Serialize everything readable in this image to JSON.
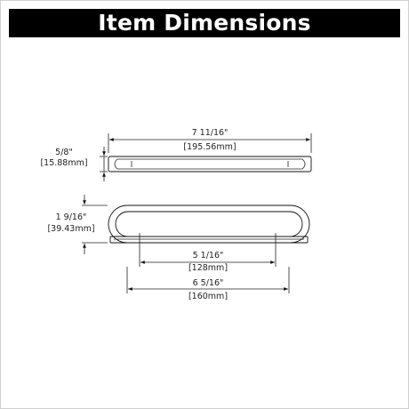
{
  "header": {
    "title": "Item Dimensions"
  },
  "dimensions": {
    "length_in": "7 11/16\"",
    "length_mm": "[195.56mm]",
    "height_in": "5/8\"",
    "height_mm": "[15.88mm]",
    "width_in": "1 9/16\"",
    "width_mm": "[39.43mm]",
    "center_in": "5 1/16\"",
    "center_mm": "[128mm]",
    "inner_in": "6 5/16\"",
    "inner_mm": "[160mm]"
  },
  "colors": {
    "header_bg": "#000000",
    "header_text": "#ffffff",
    "line": "#111111"
  }
}
